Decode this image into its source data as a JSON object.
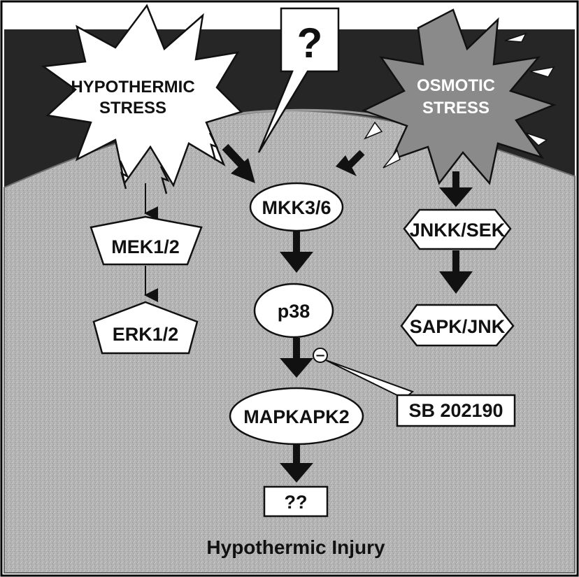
{
  "stressors": {
    "hypothermic": {
      "line1": "HYPOTHERMIC",
      "line2": "STRESS"
    },
    "osmotic": {
      "line1": "OSMOTIC",
      "line2": "STRESS"
    }
  },
  "unknown_callout": "?",
  "nodes": {
    "mek": "MEK1/2",
    "erk": "ERK1/2",
    "mkk": "MKK3/6",
    "p38": "p38",
    "mapkapk2": "MAPKAPK2",
    "jnkk": "JNKK/SEK",
    "sapk": "SAPK/JNK",
    "downstream": "??"
  },
  "inhibitor": {
    "label": "SB 202190",
    "symbol": "−"
  },
  "outcome": "Hypothermic Injury",
  "colors": {
    "background": "#262626",
    "cell": "#b3b3b3",
    "cell_edge": "#8c8c8c",
    "shape_fill": "#ffffff",
    "ink": "#111111"
  }
}
